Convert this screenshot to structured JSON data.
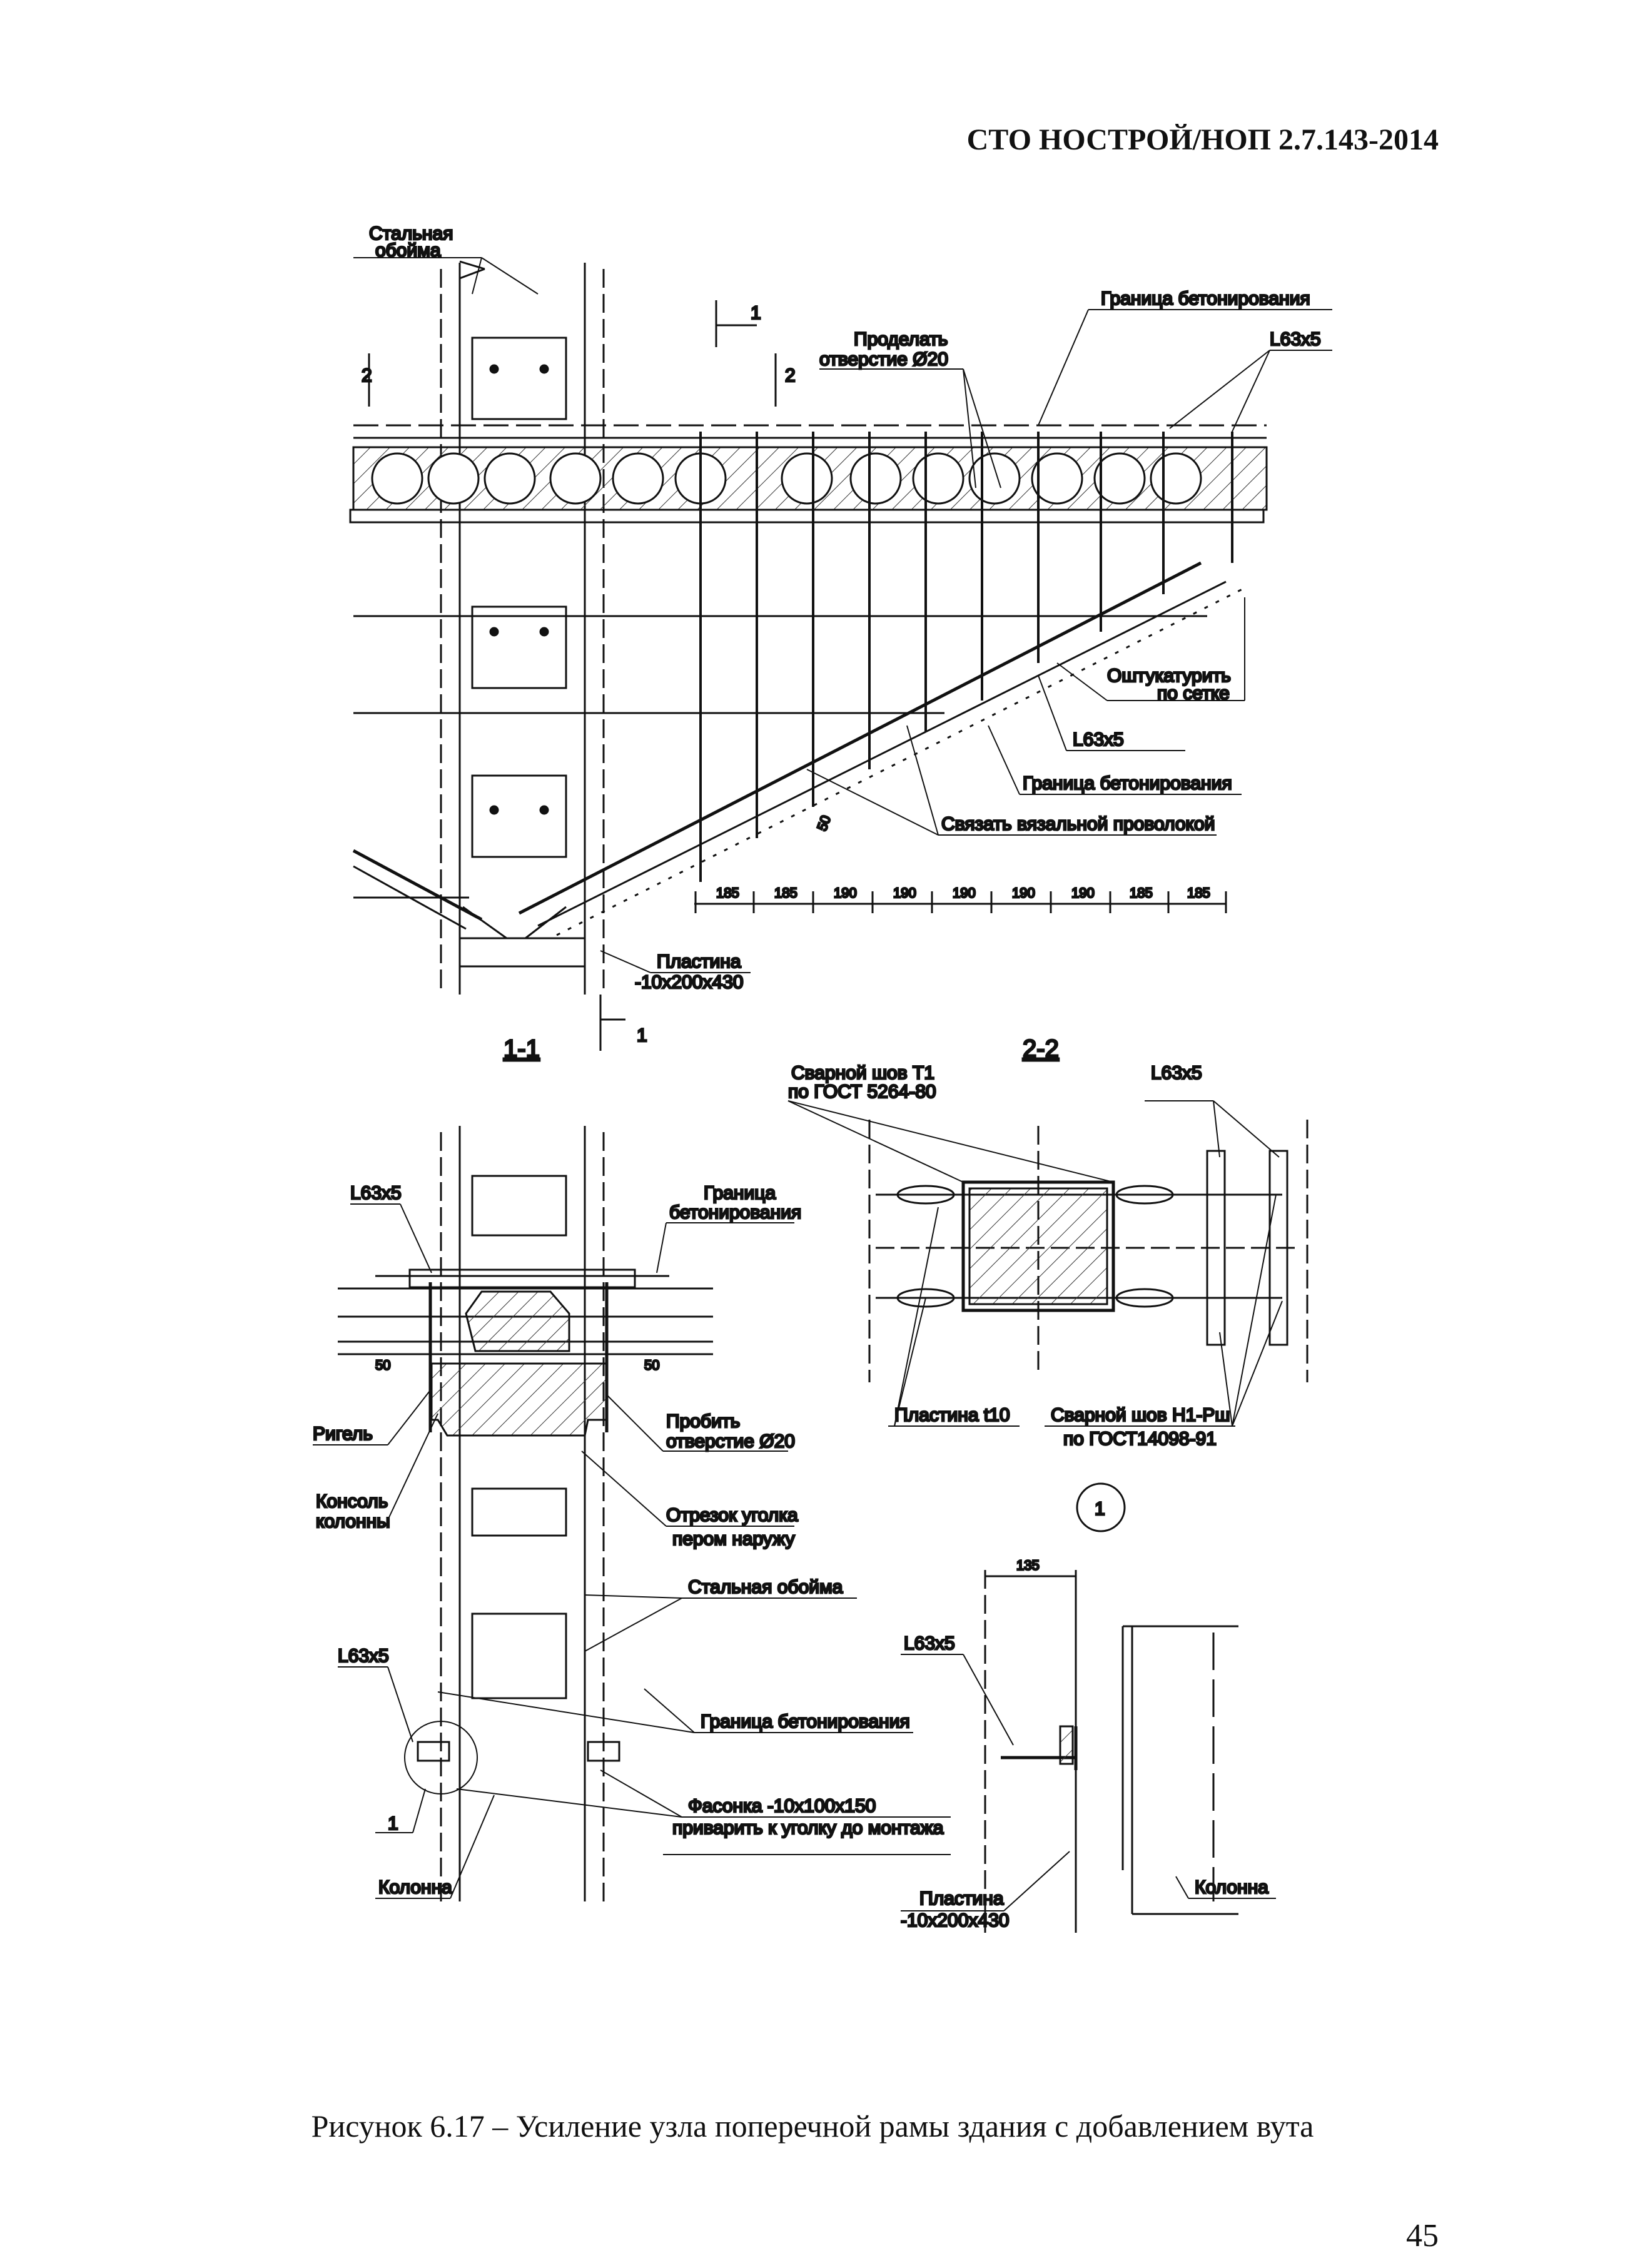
{
  "header": {
    "doc_code": "СТО НОСТРОЙ/НОП 2.7.143-2014"
  },
  "figure": {
    "caption": "Рисунок 6.17 – Усиление узла поперечной рамы здания с добавлением вута",
    "elevation": {
      "labels": {
        "steel_shell_1": "Стальная",
        "steel_shell_2": "обойма",
        "concreting_boundary": "Граница бетонирования",
        "drill_hole_1": "Проделать",
        "drill_hole_2": "отверстие Ø20",
        "angle_top": "L63x5",
        "plaster_1": "Оштукатурить",
        "plaster_2": "по сетке",
        "angle_mid": "L63x5",
        "concreting_boundary_2": "Граница бетонирования",
        "tie_wire": "Связать вязальной проволокой",
        "plate_1": "Пластина",
        "plate_2": "-10x200x430",
        "cut_1": "1",
        "cut_1b": "1",
        "cut_2": "2",
        "cut_2b": "2",
        "dim_50": "50"
      },
      "spacings": [
        "185",
        "185",
        "190",
        "190",
        "190",
        "190",
        "190",
        "185",
        "185"
      ]
    },
    "section_1_1": {
      "title": "1-1",
      "labels": {
        "angle": "L63x5",
        "boundary_1": "Граница",
        "boundary_2": "бетонирования",
        "dim_left": "50",
        "dim_right": "50",
        "beam": "Ригель",
        "punch_1": "Пробить",
        "punch_2": "отверстие Ø20",
        "console_1": "Консоль",
        "console_2": "колонны",
        "angle_piece_1": "Отрезок уголка",
        "angle_piece_2": "пером наружу",
        "steel_shell": "Стальная обойма",
        "angle_low": "L63x5",
        "boundary_low": "Граница бетонирования",
        "gusset_1": "Фасонка -10x100x150",
        "gusset_2": "приварить к уголку до монтажа",
        "detail_ref": "1",
        "column": "Колонна"
      }
    },
    "section_2_2": {
      "title": "2-2",
      "labels": {
        "weld_t1_1": "Сварной шов Т1",
        "weld_t1_2": "по ГОСТ 5264-80",
        "angle": "L63x5",
        "plate_t10": "Пластина t10",
        "weld_h1_1": "Сварной шов Н1-Рш",
        "weld_h1_2": "по ГОСТ14098-91"
      }
    },
    "detail_1": {
      "number": "1",
      "labels": {
        "dim_135": "135",
        "angle": "L63x5",
        "plate_1": "Пластина",
        "plate_2": "-10x200x430",
        "column": "Колонна"
      }
    }
  },
  "page_number": "45"
}
